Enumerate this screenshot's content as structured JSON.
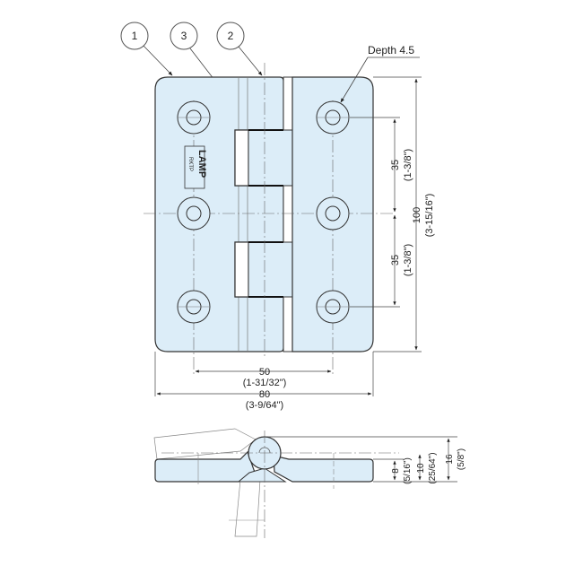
{
  "drawing": {
    "title": "Hinge technical drawing",
    "fill_color": "#dcedf8",
    "line_color": "#333333",
    "callouts": [
      {
        "number": "1"
      },
      {
        "number": "3"
      },
      {
        "number": "2"
      }
    ],
    "annotations": {
      "depth": "Depth 4.5",
      "logo": "LAMP",
      "logo_sub": "RKTP"
    },
    "dimensions": {
      "hole_spacing_v1": {
        "mm": "35",
        "inch": "(1-3/8\")"
      },
      "hole_spacing_v2": {
        "mm": "35",
        "inch": "(1-3/8\")"
      },
      "height": {
        "mm": "100",
        "inch": "(3-15/16\")"
      },
      "hole_spacing_h": {
        "mm": "50",
        "inch": "(1-31/32\")"
      },
      "width": {
        "mm": "80",
        "inch": "(3-9/64\")"
      },
      "thickness": {
        "mm": "8",
        "inch": "(5/16\")"
      },
      "leaf_to_axis": {
        "mm": "10",
        "inch": "(25/64\")"
      },
      "knuckle_height": {
        "mm": "16",
        "inch": "(5/8\")"
      }
    }
  }
}
